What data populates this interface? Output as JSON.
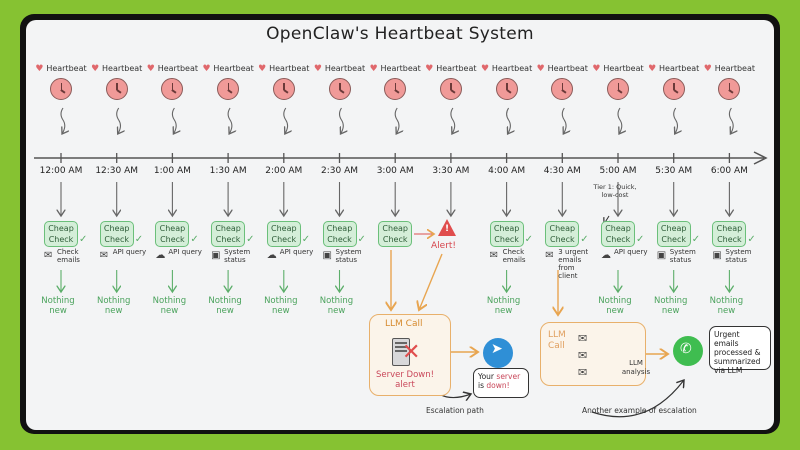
{
  "title": "OpenClaw's Heartbeat System",
  "heartbeat_label": "Heartbeat",
  "slots": [
    {
      "time": "12:00 AM",
      "check": "Cheap Check",
      "type": "Check emails",
      "icon": "envelope",
      "result": "Nothing new"
    },
    {
      "time": "12:30 AM",
      "check": "Cheap Check",
      "type": "API query",
      "icon": "envelope",
      "result": "Nothing new"
    },
    {
      "time": "1:00 AM",
      "check": "Cheap Check",
      "type": "API query",
      "icon": "cloud",
      "result": "Nothing new"
    },
    {
      "time": "1:30 AM",
      "check": "Cheap Check",
      "type": "System status",
      "icon": "monitor",
      "result": "Nothing new"
    },
    {
      "time": "2:00 AM",
      "check": "Cheap Check",
      "type": "API query",
      "icon": "cloud",
      "result": "Nothing new"
    },
    {
      "time": "2:30 AM",
      "check": "Cheap Check",
      "type": "System status",
      "icon": "monitor",
      "result": "Nothing new"
    },
    {
      "time": "3:00 AM",
      "check": "Cheap Check",
      "type": "",
      "icon": "",
      "result": ""
    },
    {
      "time": "3:30 AM",
      "check": "",
      "type": "",
      "icon": "",
      "result": ""
    },
    {
      "time": "4:00 AM",
      "check": "Cheap Check",
      "type": "Check emails",
      "icon": "envelope",
      "result": "Nothing new"
    },
    {
      "time": "4:30 AM",
      "check": "Cheap Check",
      "type": "3 urgent emails from client",
      "icon": "envelope",
      "result": ""
    },
    {
      "time": "5:00 AM",
      "check": "Cheap Check",
      "type": "API query",
      "icon": "cloud",
      "result": "Nothing new"
    },
    {
      "time": "5:30 AM",
      "check": "Cheap Check",
      "type": "System status",
      "icon": "monitor",
      "result": "Nothing new"
    },
    {
      "time": "6:00 AM",
      "check": "Cheap Check",
      "type": "System status",
      "icon": "monitor",
      "result": "Nothing new"
    }
  ],
  "alert": {
    "label": "Alert!"
  },
  "tier_note": "Tier 1: Quick, low-cost",
  "llm_call_1": {
    "title": "LLM Call",
    "status": "Server Down! alert",
    "message_pre": "Your ",
    "message_hl1": "server",
    "message_mid": " is ",
    "message_hl2": "down!",
    "channel_icon": "telegram-icon"
  },
  "escalation_note": "Escalation path",
  "llm_call_2": {
    "title": "LLM Call",
    "analysis": "LLM analysis",
    "message": "Urgent emails processed & summarized via LLM",
    "channel_icon": "whatsapp-icon"
  },
  "escalation_note_2": "Another example of escalation",
  "colors": {
    "green": "#6bbf7a",
    "orange": "#e8b06b",
    "red": "#e04d4d",
    "background": "#86c232"
  }
}
